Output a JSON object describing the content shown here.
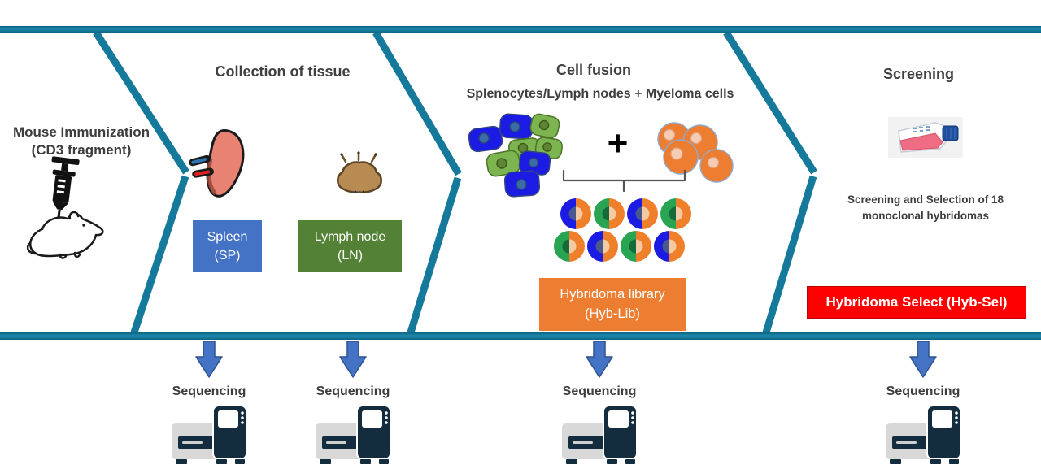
{
  "diagram": {
    "stage1": {
      "line1": "Mouse Immunization",
      "line2": "(CD3 fragment)"
    },
    "stage2": {
      "title": "Collection of tissue",
      "spleen_line1": "Spleen",
      "spleen_line2": "(SP)",
      "lymph_line1": "Lymph node",
      "lymph_line2": "(LN)"
    },
    "stage3": {
      "title": "Cell fusion",
      "subtitle": "Splenocytes/Lymph nodes + Myeloma cells",
      "plus_sign": "+",
      "library_line1": "Hybridoma library",
      "library_line2": "(Hyb-Lib)",
      "hybridoma_pattern": [
        "blue",
        "green",
        "blue",
        "green",
        "green",
        "blue",
        "green",
        "blue"
      ]
    },
    "stage4": {
      "title": "Screening",
      "caption_line1": "Screening and Selection of 18",
      "caption_line2": "monoclonal hybridomas",
      "select_label": "Hybridoma Select (Hyb-Sel)"
    },
    "sequencing_label": "Sequencing",
    "sequencing_count": 4,
    "icons": [
      "syringe-icon",
      "mouse-icon",
      "spleen-icon",
      "lymph-node-icon",
      "splenocyte-cluster-icon",
      "myeloma-cluster-icon",
      "brace-icon",
      "culture-flask-icon",
      "down-arrow-icon",
      "sequencer-icon"
    ],
    "colors": {
      "teal": "#15799c",
      "spleen_blue": "#4472c4",
      "lymph_green": "#538135",
      "library_orange": "#ed7d31",
      "select_red": "#ff0000",
      "arrow_blue": "#4472c4"
    }
  }
}
